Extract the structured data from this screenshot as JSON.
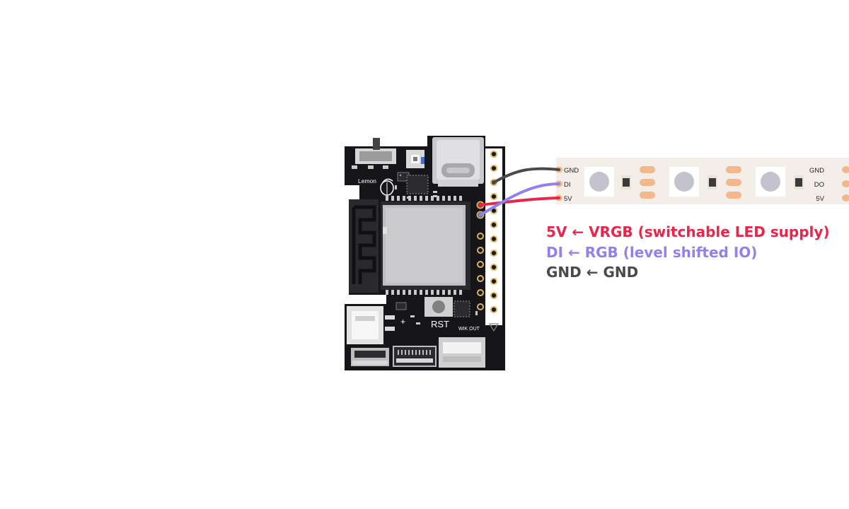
{
  "colors": {
    "v5": "#e8254a",
    "di": "#8f82ee",
    "gnd": "#4a4a4a",
    "board": "#16161a",
    "strip": "#f3efe8",
    "pad": "#f4b78c"
  },
  "board": {
    "logo_text": "Lemon",
    "rst_label": "RST",
    "wik_label": "WIK OUT"
  },
  "strip": {
    "left_labels": [
      "GND",
      "DI",
      "5V"
    ],
    "right_labels": [
      "GND",
      "DO",
      "5V"
    ]
  },
  "legend": {
    "v5": "5V ← VRGB (switchable LED supply)",
    "di": "DI ← RGB (level shifted IO)",
    "gnd": "GND ← GND"
  }
}
